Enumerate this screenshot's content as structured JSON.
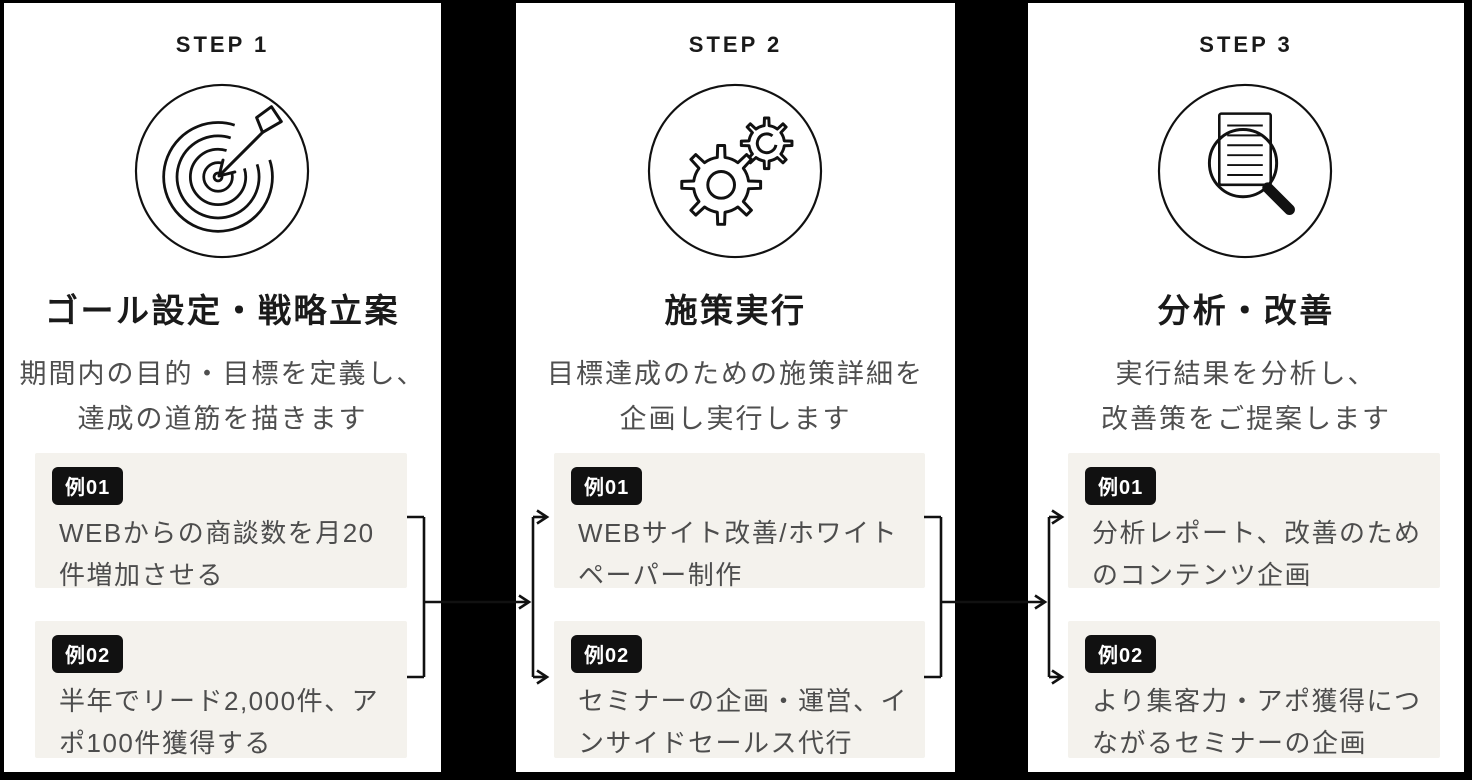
{
  "page": {
    "colors": {
      "background": "#000000",
      "card_background": "#ffffff",
      "example_box_background": "#f4f2ed",
      "badge_background": "#111111",
      "badge_text": "#ffffff",
      "title_text": "#1a1a1a",
      "body_text": "#4f4f4f",
      "connector_line": "#111111"
    }
  },
  "steps": [
    {
      "label": "STEP 1",
      "icon": "target-icon",
      "title": "ゴール設定・戦略立案",
      "description": "期間内の目的・目標を定義し、\n達成の道筋を描きます",
      "examples": [
        {
          "badge": "例01",
          "text": "WEBからの商談数を月20\n件増加させる"
        },
        {
          "badge": "例02",
          "text": "半年でリード2,000件、ア\nポ100件獲得する"
        }
      ]
    },
    {
      "label": "STEP 2",
      "icon": "gears-icon",
      "title": "施策実行",
      "description": "目標達成のための施策詳細を\n企画し実行します",
      "examples": [
        {
          "badge": "例01",
          "text": "WEBサイト改善/ホワイト\nペーパー制作"
        },
        {
          "badge": "例02",
          "text": "セミナーの企画・運営、イ\nンサイドセールス代行"
        }
      ]
    },
    {
      "label": "STEP 3",
      "icon": "magnifier-document-icon",
      "title": "分析・改善",
      "description": "実行結果を分析し、\n改善策をご提案します",
      "examples": [
        {
          "badge": "例01",
          "text": "分析レポート、改善のため\nのコンテンツ企画"
        },
        {
          "badge": "例02",
          "text": "より集客力・アポ獲得につ\nながるセミナーの企画"
        }
      ]
    }
  ]
}
